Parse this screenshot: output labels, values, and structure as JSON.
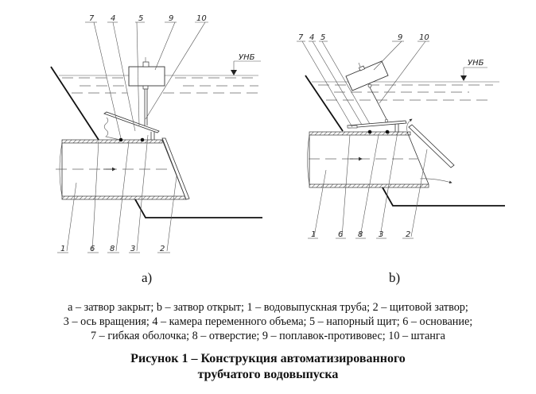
{
  "figure": {
    "panel_a": {
      "label": "a)",
      "state": "затвор закрыт",
      "level_mark": "УНБ",
      "callouts_top": [
        "7",
        "4",
        "5",
        "9",
        "10"
      ],
      "callouts_bottom": [
        "1",
        "6",
        "8",
        "3",
        "2"
      ]
    },
    "panel_b": {
      "label": "b)",
      "state": "затвор открыт",
      "level_mark": "УНБ",
      "callouts_top": [
        "7",
        "4",
        "5",
        "9",
        "10"
      ],
      "callouts_bottom": [
        "1",
        "6",
        "8",
        "3",
        "2"
      ]
    },
    "legend_lines": [
      "a – затвор закрыт; b – затвор открыт; 1 – водовыпускная труба; 2 – щитовой затвор;",
      "3 – ось вращения; 4 – камера переменного объема; 5 – напорный щит; 6 – основание;",
      "7 – гибкая оболочка; 8 – отверстие; 9 – поплавок-противовес; 10 – штанга"
    ],
    "caption_lines": [
      "Рисунок 1 – Конструкция автоматизированного",
      "трубчатого водовыпуска"
    ]
  }
}
